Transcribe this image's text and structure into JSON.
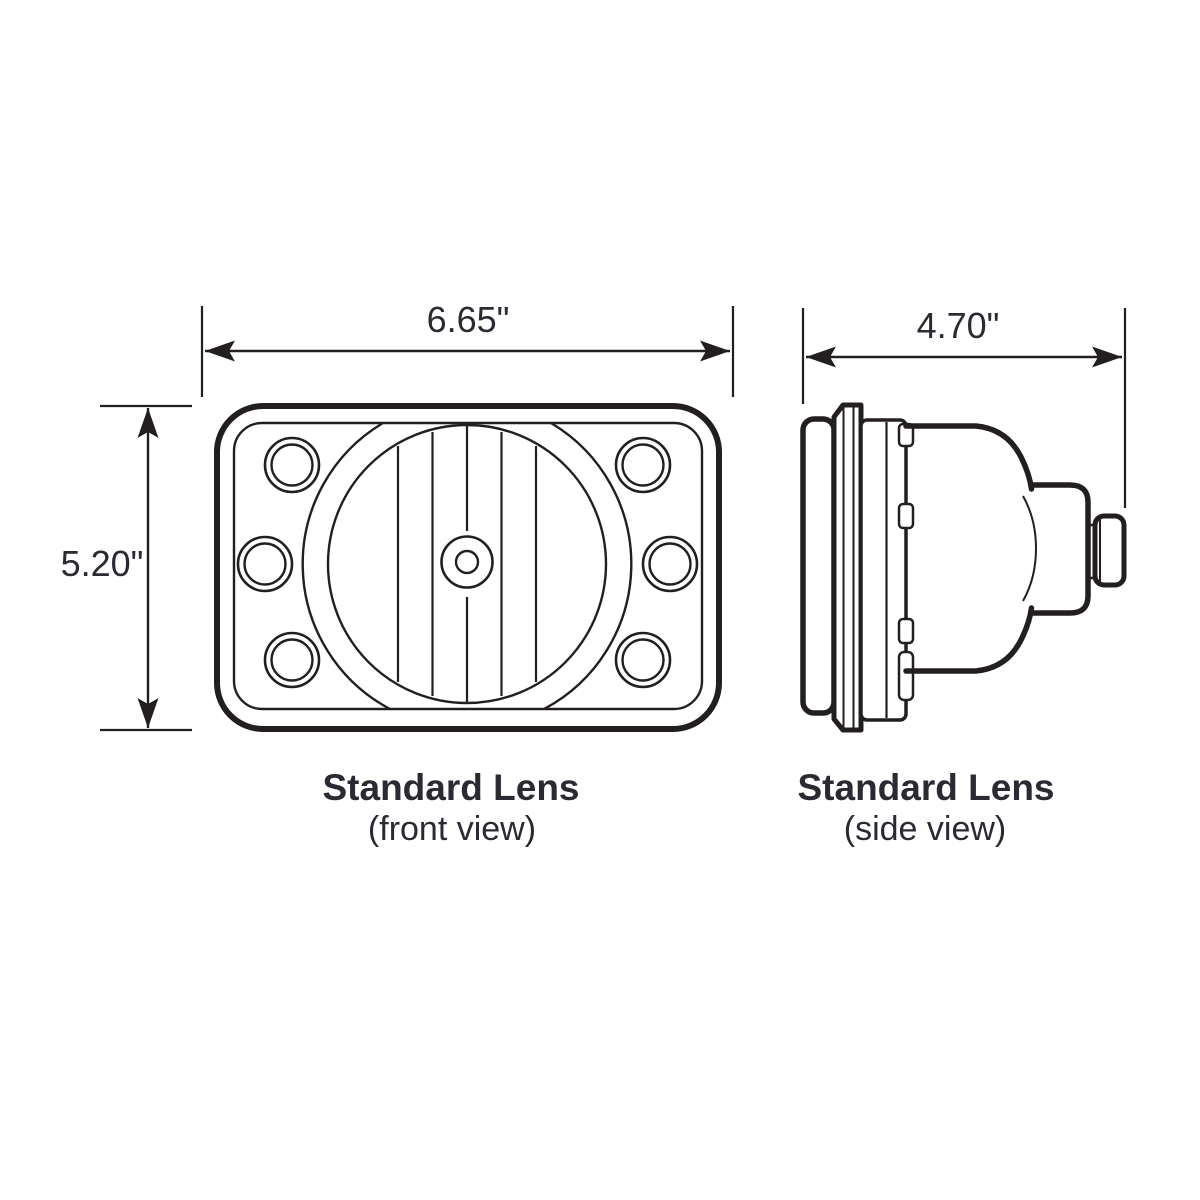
{
  "diagram": {
    "front": {
      "label": "Standard Lens",
      "sublabel": "(front view)",
      "width_dim": "6.65\"",
      "height_dim": "5.20\""
    },
    "side": {
      "label": "Standard Lens",
      "sublabel": "(side view)",
      "width_dim": "4.70\""
    },
    "colors": {
      "line": "#231f20",
      "text": "#2b2a33",
      "background": "#ffffff"
    }
  }
}
